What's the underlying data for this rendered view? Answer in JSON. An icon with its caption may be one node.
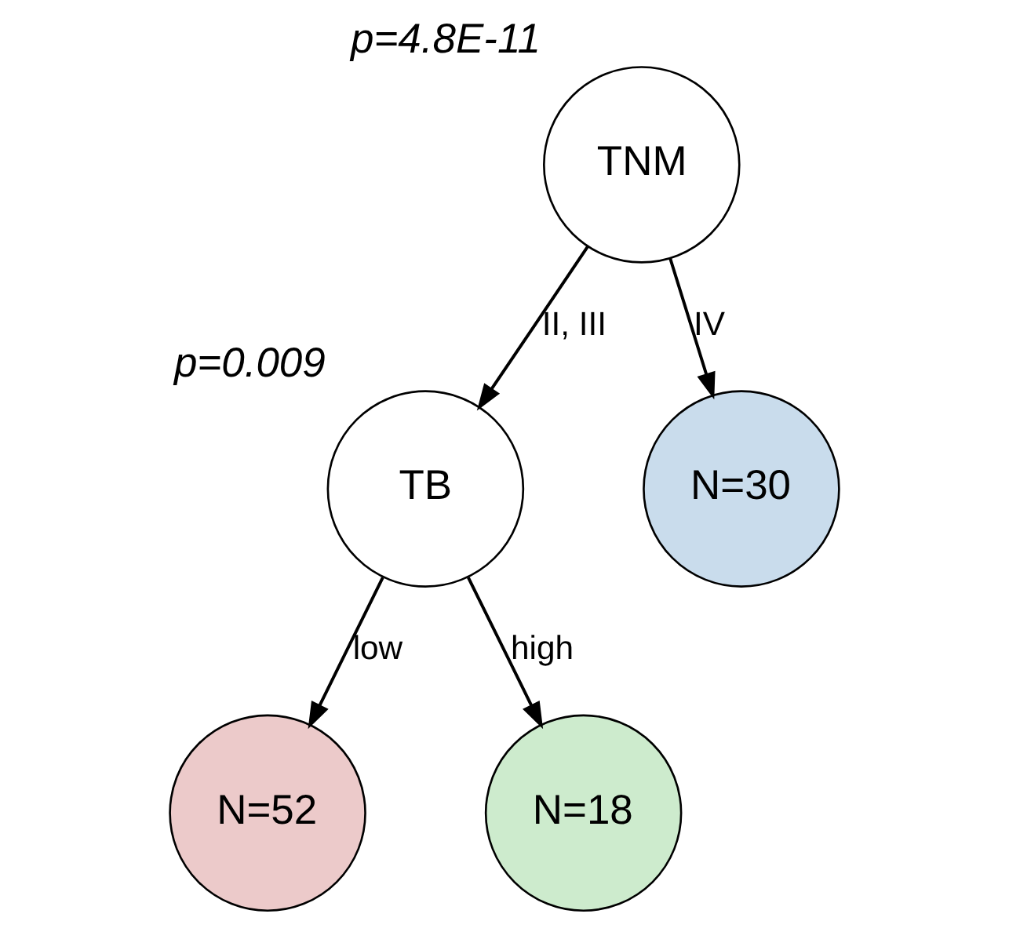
{
  "diagram": {
    "nodes": [
      {
        "text": [
          "TNM"
        ],
        "beside": [
          "p=4.8E-11"
        ]
      },
      {
        "text": [
          "TB"
        ],
        "beside": [
          "p=0.009"
        ]
      },
      {
        "text": [
          "N=30"
        ]
      },
      {
        "text": [
          "N=52"
        ]
      },
      {
        "text": [
          "N=18"
        ]
      }
    ],
    "edges": [
      {
        "from": 0,
        "to": 1,
        "arrow": "to",
        "label": "II, III"
      },
      {
        "from": 0,
        "to": 2,
        "arrow": "to",
        "label": "IV"
      },
      {
        "from": 1,
        "to": 3,
        "arrow": "to",
        "label": "low"
      },
      {
        "from": 1,
        "to": 4,
        "arrow": "to",
        "label": "high"
      }
    ]
  }
}
